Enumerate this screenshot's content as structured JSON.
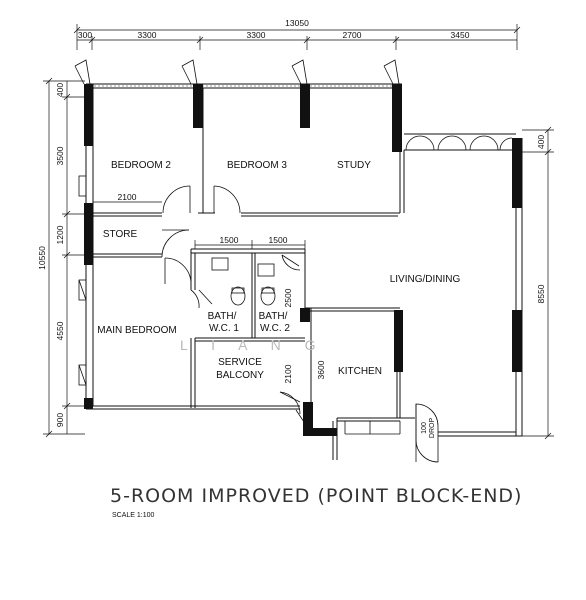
{
  "plan": {
    "title": "5-ROOM IMPROVED (POINT BLOCK-END)",
    "scale": "SCALE 1:100",
    "watermark": "L I A N G",
    "dimensions_top": [
      "13050",
      "300",
      "3300",
      "3300",
      "2700",
      "3450"
    ],
    "dimensions_left": [
      "10550",
      "400",
      "3500",
      "1200",
      "4550",
      "900"
    ],
    "dimensions_right": [
      "400",
      "8550"
    ],
    "dimensions_inner": [
      "2100",
      "1500",
      "1500",
      "2500",
      "2100",
      "3600",
      "100",
      "DROP"
    ],
    "rooms": {
      "bedroom2": "BEDROOM 2",
      "bedroom3": "BEDROOM 3",
      "study": "STUDY",
      "store": "STORE",
      "living_dining": "LIVING/DINING",
      "main_bedroom": "MAIN BEDROOM",
      "bath1_l1": "BATH/",
      "bath1_l2": "W.C. 1",
      "bath2_l1": "BATH/",
      "bath2_l2": "W.C. 2",
      "service_l1": "SERVICE",
      "service_l2": "BALCONY",
      "kitchen": "KITCHEN"
    }
  }
}
